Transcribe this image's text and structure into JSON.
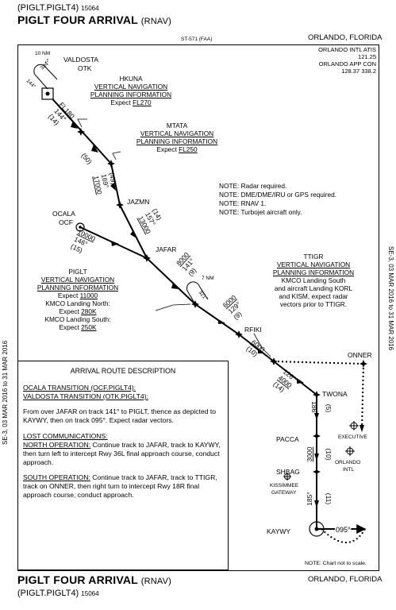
{
  "header": {
    "chart_id": "(PIGLT.PIGLT4)",
    "chart_number": "15064",
    "title": "PIGLT FOUR ARRIVAL",
    "rnav": "(RNAV)",
    "st_number": "ST-571 (FAA)",
    "city": "ORLANDO, FLORIDA"
  },
  "comms": {
    "atis_label": "ORLANDO INTL ATIS",
    "atis_freq": "121.25",
    "app_label": "ORLANDO APP CON",
    "app_freq": "128.37  338.2"
  },
  "sidebar": {
    "left": "SE-3, 03 MAR 2016 to 31 MAR 2016",
    "right": "SE-3, 03 MAR 2016 to 31 MAR 2016"
  },
  "fixes": {
    "valdosta": "VALDOSTA",
    "otk": "OTK",
    "ocala": "OCALA",
    "ocf": "OCF",
    "jazmn": "JAZMN",
    "jafar": "JAFAR",
    "rfiki": "RFIKI",
    "onner": "ONNER",
    "twona": "TWONA",
    "pacca": "PACCA",
    "shbag": "SHBAG",
    "kaywy": "KAYWY",
    "executive": "EXECUTIVE",
    "orlando": "ORLANDO",
    "intl": "INTL",
    "kissimmee": "KISSIMMEE",
    "gateway": "GATEWAY"
  },
  "hkuna": {
    "name": "HKUNA",
    "line1": "VERTICAL NAVIGATION",
    "line2": "PLANNING INFORMATION",
    "expect": "Expect",
    "alt": "FL270"
  },
  "mtata": {
    "name": "MTATA",
    "line1": "VERTICAL NAVIGATION",
    "line2": "PLANNING INFORMATION",
    "expect": "Expect",
    "alt": "FL250"
  },
  "piglt": {
    "name": "PIGLT",
    "line1": "VERTICAL NAVIGATION",
    "line2": "PLANNING INFORMATION",
    "expect1": "Expect",
    "alt1": "11000",
    "north_label": "KMCO Landing North:",
    "expect2": "Expect",
    "alt2": "280K",
    "south_label": "KMCO Landing South:",
    "expect3": "Expect",
    "alt3": "250K"
  },
  "ttigr": {
    "name": "TTIGR",
    "line1": "VERTICAL NAVIGATION",
    "line2": "PLANNING INFORMATION",
    "text1": "KMCO Landing South",
    "text2": "and aircraft Landing KORL",
    "text3": "and KISM, expect radar",
    "text4": "vectors prior to TTIGR."
  },
  "notes": {
    "n1": "NOTE:  Radar required.",
    "n2": "NOTE:  DME/DME/IRU or GPS required.",
    "n3": "NOTE:  RNAV 1.",
    "n4": "NOTE:  Turbojet aircraft only.",
    "scale": "NOTE: Chart not to scale."
  },
  "legs": {
    "fl180": "FL180",
    "l1_crs": "144°",
    "l1_dist": "(14)",
    "l2_dist": "(50)",
    "l3_alt": "17000",
    "l3_crs": "169°",
    "l3_dist": "(49)",
    "l4_alt": "13000",
    "l4_crs": "157°",
    "l4_dist": "(14)",
    "ocala_alt": "10000",
    "ocala_crs": "146°",
    "ocala_dist": "(15)",
    "l5_alt": "8000",
    "l5_crs": "141°",
    "l5_dist": "(9)",
    "l6_alt": "6000",
    "l6_crs": "129°",
    "l6_dist": "(9)",
    "l7_alt": "6000",
    "l7_dist": "(10)",
    "l8_crs": "126°",
    "l8_alt": "4000",
    "l8_dist": "(14)",
    "l9_crs": "186°",
    "l9_dist": "(5)",
    "l10_alt": "3000",
    "l10_dist": "(10)",
    "l11_crs": "185°",
    "l11_dist": "(11)",
    "final_crs": "095°"
  },
  "holds": {
    "otk_nm": "10 NM",
    "otk_out": "324°",
    "otk_in": "144°",
    "piglt_nm": "7 NM",
    "piglt_crs": "321°"
  },
  "description": {
    "title": "ARRIVAL ROUTE DESCRIPTION",
    "trans1": "OCALA TRANSITION (OCF.PIGLT4):",
    "trans2": "VALDOSTA TRANSITION (OTK.PIGLT4):",
    "route": "From over JAFAR on track 141° to PIGLT, thence as depicted to KAYWY, then on track 095°.  Expect radar vectors.",
    "lost_title": "LOST COMMUNICATIONS:",
    "north_label": "NORTH OPERATION:",
    "north_text": " Continue track to JAFAR, track to KAYWY, then turn left to intercept Rwy 36L final approach course, conduct approach.",
    "south_label": "SOUTH OPERATION:",
    "south_text": " Continue track to JAFAR, track to TTIGR, track on ONNER, then right turn to intercept Rwy 18R final approach course, conduct approach."
  },
  "footer": {
    "title": "PIGLT FOUR ARRIVAL",
    "rnav": "(RNAV)",
    "city": "ORLANDO, FLORIDA",
    "chart_id": "(PIGLT.PIGLT4)",
    "chart_number": "15064"
  }
}
